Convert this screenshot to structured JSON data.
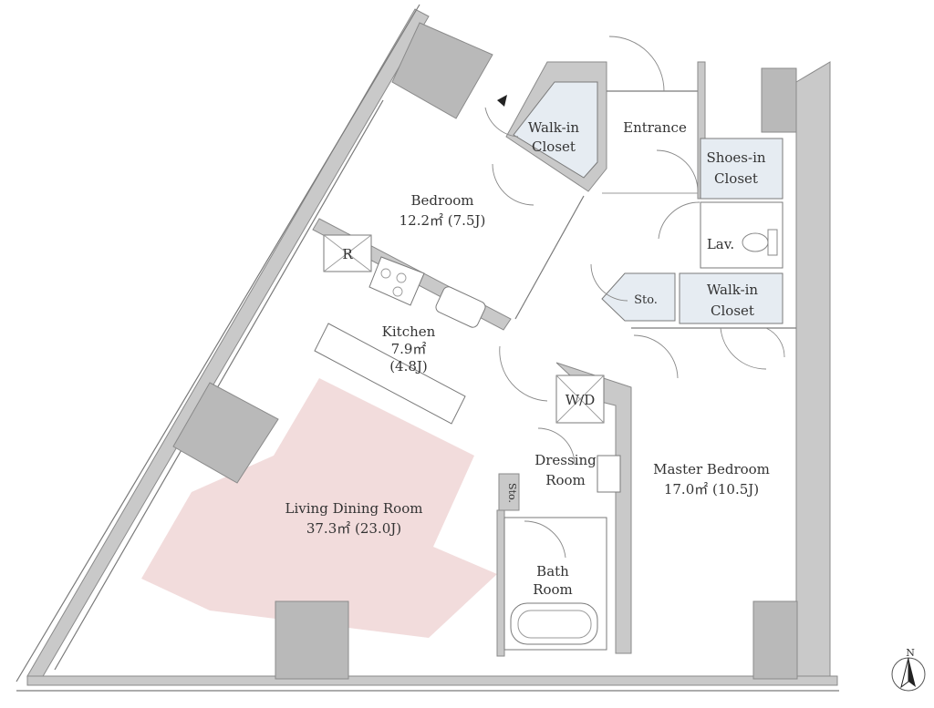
{
  "rooms": {
    "walkin_closet_1": {
      "line1": "Walk-in",
      "line2": "Closet"
    },
    "entrance": {
      "name": "Entrance"
    },
    "shoes_closet": {
      "line1": "Shoes-in",
      "line2": "Closet"
    },
    "bedroom": {
      "name": "Bedroom",
      "area": "12.2㎡ (7.5J)"
    },
    "lavatory": {
      "name": "Lav."
    },
    "storage_1": {
      "name": "Sto."
    },
    "walkin_closet_2": {
      "line1": "Walk-in",
      "line2": "Closet"
    },
    "refrigerator": {
      "name": "R"
    },
    "kitchen": {
      "name": "Kitchen",
      "area": "7.9㎡",
      "tatami": "(4.8J)"
    },
    "washer_dryer": {
      "name": "W/D"
    },
    "dressing_room": {
      "line1": "Dressing",
      "line2": "Room"
    },
    "storage_2": {
      "name": "Sto."
    },
    "master_bedroom": {
      "name": "Master Bedroom",
      "area": "17.0㎡ (10.5J)"
    },
    "living_dining": {
      "name": "Living Dining Room",
      "area": "37.3㎡ (23.0J)"
    },
    "bath": {
      "line1": "Bath",
      "line2": "Room"
    }
  },
  "compass": {
    "label": "N",
    "icon": "north-compass-icon"
  },
  "colors": {
    "living_highlight": "#f2dcdc",
    "closet_fill": "#e6ecf2",
    "wall_fill": "#c9c9c9",
    "column_fill": "#b9b9b9"
  }
}
